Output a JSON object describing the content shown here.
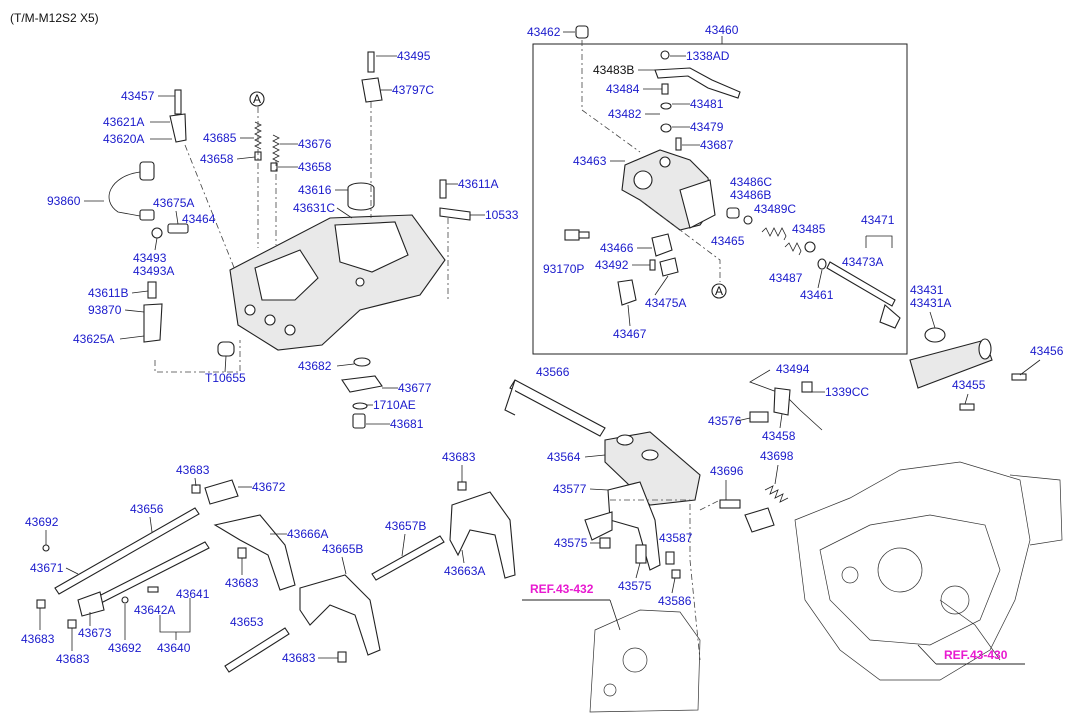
{
  "header": {
    "model": "(T/M-M12S2 X5)"
  },
  "callouts": {
    "a1": "A",
    "a2": "A"
  },
  "refs": {
    "r1": "REF.43-432",
    "r2": "REF.43-430"
  },
  "labels": {
    "p43462": "43462",
    "p43460": "43460",
    "p1338AD": "1338AD",
    "p43483B": "43483B",
    "p43484": "43484",
    "p43481": "43481",
    "p43482": "43482",
    "p43479": "43479",
    "p43687": "43687",
    "p43463": "43463",
    "p43486C": "43486C",
    "p43486B": "43486B",
    "p43489C": "43489C",
    "p43471": "43471",
    "p43465": "43465",
    "p43485": "43485",
    "p43466": "43466",
    "p93170P": "93170P",
    "p43492": "43492",
    "p43473A": "43473A",
    "p43487": "43487",
    "p43461": "43461",
    "p43475A": "43475A",
    "p43467": "43467",
    "p43431": "43431",
    "p43431A": "43431A",
    "p43456": "43456",
    "p43455": "43455",
    "p43494": "43494",
    "p1339CC": "1339CC",
    "p43576": "43576",
    "p43458": "43458",
    "p43566": "43566",
    "p43564": "43564",
    "p43577": "43577",
    "p43575a": "43575",
    "p43575b": "43575",
    "p43587": "43587",
    "p43586": "43586",
    "p43696": "43696",
    "p43698": "43698",
    "p43495": "43495",
    "p43797C": "43797C",
    "p43457": "43457",
    "p43621A": "43621A",
    "p43620A": "43620A",
    "p43685": "43685",
    "p43676": "43676",
    "p43658a": "43658",
    "p43658b": "43658",
    "p43616": "43616",
    "p43631C": "43631C",
    "p43611A": "43611A",
    "p10533": "10533",
    "p93860": "93860",
    "p43675A": "43675A",
    "p43464": "43464",
    "p43493": "43493",
    "p43493A": "43493A",
    "p43611B": "43611B",
    "p93870": "93870",
    "p43625A": "43625A",
    "pT10655": "T10655",
    "p43682": "43682",
    "p43677": "43677",
    "p1710AE": "1710AE",
    "p43681": "43681",
    "p43683a": "43683",
    "p43672": "43672",
    "p43692a": "43692",
    "p43656": "43656",
    "p43666A": "43666A",
    "p43657B": "43657B",
    "p43665B": "43665B",
    "p43683b": "43683",
    "p43663A": "43663A",
    "p43671": "43671",
    "p43641": "43641",
    "p43683c": "43683",
    "p43642A": "43642A",
    "p43673": "43673",
    "p43692b": "43692",
    "p43640": "43640",
    "p43683d": "43683",
    "p43653": "43653",
    "p43683e": "43683"
  },
  "icons": {
    "housing": "shift-cover-housing-icon",
    "transmission": "transmission-assembly-icon",
    "fork": "shift-fork-icon",
    "rail": "shift-rail-icon",
    "spring": "coil-spring-icon",
    "bolt": "bolt-icon"
  }
}
